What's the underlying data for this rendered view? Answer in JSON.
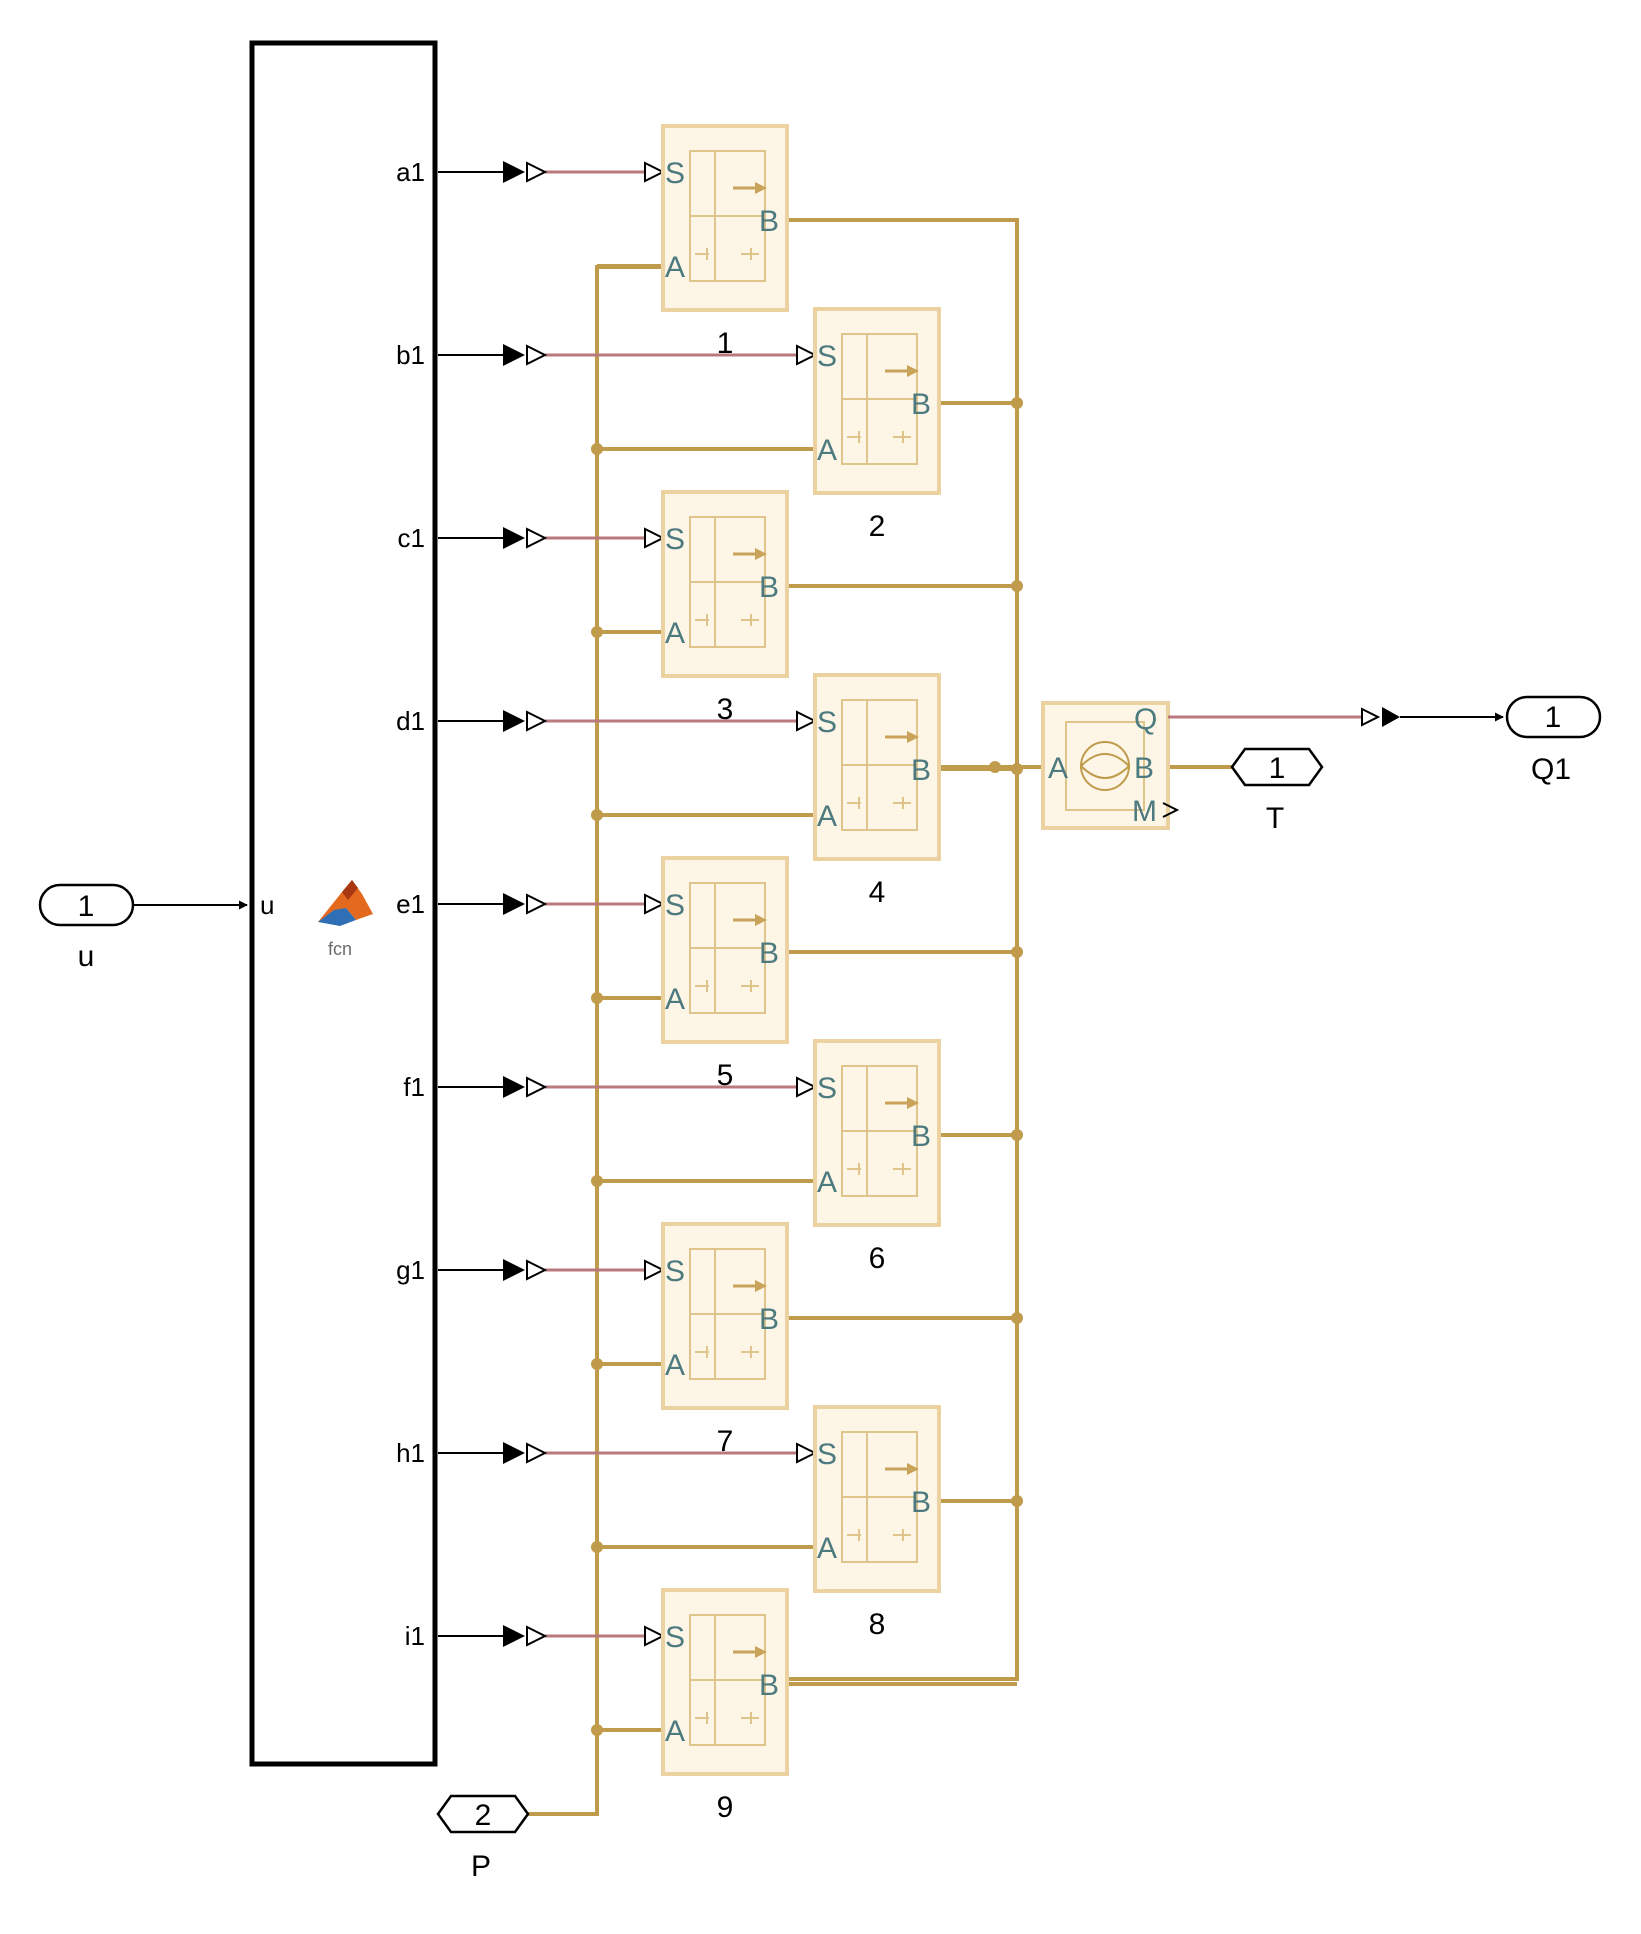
{
  "inport": {
    "number": "1",
    "name": "u"
  },
  "function_block": {
    "input_label": "u",
    "icon_label": "fcn",
    "outputs": [
      "a1",
      "b1",
      "c1",
      "d1",
      "e1",
      "f1",
      "g1",
      "h1",
      "i1"
    ]
  },
  "valves": [
    {
      "label": "1"
    },
    {
      "label": "2"
    },
    {
      "label": "3"
    },
    {
      "label": "4"
    },
    {
      "label": "5"
    },
    {
      "label": "6"
    },
    {
      "label": "7"
    },
    {
      "label": "8"
    },
    {
      "label": "9"
    }
  ],
  "valve_ports": {
    "s": "S",
    "a": "A",
    "b": "B"
  },
  "flow_sensor": {
    "port_a": "A",
    "port_b": "B",
    "port_q": "Q",
    "port_m": "M"
  },
  "conn_t": {
    "number": "1",
    "name": "T"
  },
  "conn_p": {
    "number": "2",
    "name": "P"
  },
  "outport": {
    "number": "1",
    "name": "Q1"
  },
  "colors": {
    "hydraulic": "#bf9b4b",
    "signal": "#b97a7e",
    "block_fill": "#fdf6e7",
    "block_border": "#ecd2a0",
    "port_text": "#4d7a7f",
    "wire": "#000000"
  }
}
